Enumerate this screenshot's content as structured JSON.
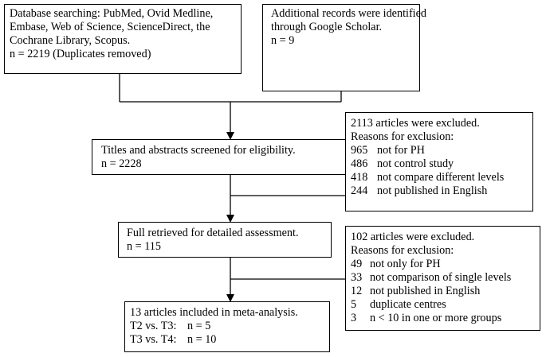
{
  "box_database": {
    "lines": [
      "Database searching: PubMed, Ovid Medline,",
      "Embase, Web of Science, ScienceDirect, the",
      "Cochrane Library, Scopus.",
      "n = 2219 (Duplicates removed)"
    ]
  },
  "box_additional": {
    "lines": [
      "Additional records were identified",
      "through Google Scholar.",
      "n = 9"
    ]
  },
  "box_screened": {
    "lines": [
      "Titles and abstracts screened for eligibility.",
      "n = 2228"
    ]
  },
  "box_excluded1": {
    "title": "2113 articles were excluded.",
    "subtitle": "Reasons for exclusion:",
    "reasons": [
      {
        "n": "965",
        "text": "not for PH"
      },
      {
        "n": "486",
        "text": "not control study"
      },
      {
        "n": "418",
        "text": "not compare different levels"
      },
      {
        "n": "244",
        "text": "not published in English"
      }
    ]
  },
  "box_retrieved": {
    "lines": [
      "Full retrieved for detailed assessment.",
      "n = 115"
    ]
  },
  "box_excluded2": {
    "title": "102 articles were excluded.",
    "subtitle": "Reasons for exclusion:",
    "reasons": [
      {
        "n": "49",
        "text": "not only for PH"
      },
      {
        "n": "33",
        "text": "not comparison of single levels"
      },
      {
        "n": "12",
        "text": "not published in English"
      },
      {
        "n": "5",
        "text": "duplicate centres"
      },
      {
        "n": "3",
        "text": "n < 10 in one or more groups"
      }
    ]
  },
  "box_included": {
    "title": "13 articles included in meta-analysis.",
    "comparisons": [
      {
        "label": "T2 vs. T3:",
        "value": "n = 5"
      },
      {
        "label": "T3 vs. T4:",
        "value": "n = 10"
      }
    ]
  }
}
